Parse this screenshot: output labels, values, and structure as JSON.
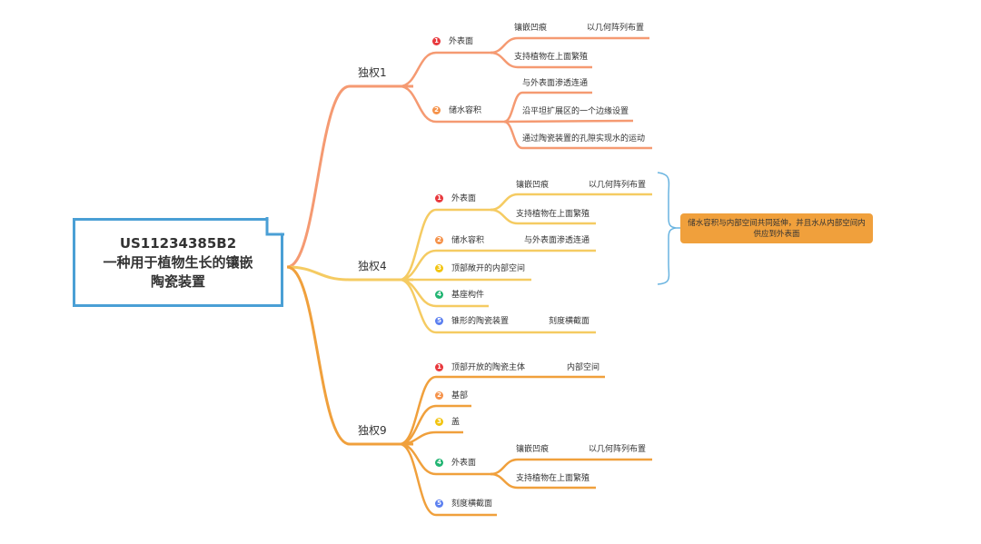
{
  "root": {
    "line1": "US11234385B2",
    "line2": "一种用于植物生长的镶嵌",
    "line3": "陶瓷装置"
  },
  "colors": {
    "root_border": "#4a9fd5",
    "branch1": "#f59a72",
    "branch4": "#f5cb62",
    "branch9": "#f0a03c",
    "note_bg": "#f0a03c",
    "bracket": "#6ab4e0",
    "badge1": "#e8383d",
    "badge2": "#f5924a",
    "badge3": "#f2c40f",
    "badge4": "#22b573",
    "badge5": "#5b7ff0"
  },
  "branches": [
    {
      "label": "独权1",
      "children": [
        {
          "badge": "1",
          "label": "外表面",
          "children": [
            {
              "label": "镶嵌凹痕",
              "sub": "以几何阵列布置"
            },
            {
              "label": "支持植物在上面繁殖"
            }
          ]
        },
        {
          "badge": "2",
          "label": "储水容积",
          "children": [
            {
              "label": "与外表面渗透连通"
            },
            {
              "label": "沿平坦扩展区的一个边缘设置"
            },
            {
              "label": "通过陶瓷装置的孔隙实现水的运动"
            }
          ]
        }
      ]
    },
    {
      "label": "独权4",
      "children": [
        {
          "badge": "1",
          "label": "外表面",
          "children": [
            {
              "label": "镶嵌凹痕",
              "sub": "以几何阵列布置"
            },
            {
              "label": "支持植物在上面繁殖"
            }
          ]
        },
        {
          "badge": "2",
          "label": "储水容积",
          "sub": "与外表面渗透连通"
        },
        {
          "badge": "3",
          "label": "顶部敞开的内部空间"
        },
        {
          "badge": "4",
          "label": "基座构件"
        },
        {
          "badge": "5",
          "label": "锥形的陶瓷装置",
          "sub": "刻度横截面"
        }
      ],
      "note": "储水容积与内部空间共同延伸，并且水从内部空间内供应到外表面"
    },
    {
      "label": "独权9",
      "children": [
        {
          "badge": "1",
          "label": "顶部开放的陶瓷主体",
          "sub": "内部空间"
        },
        {
          "badge": "2",
          "label": "基部"
        },
        {
          "badge": "3",
          "label": "盖"
        },
        {
          "badge": "4",
          "label": "外表面",
          "children": [
            {
              "label": "镶嵌凹痕",
              "sub": "以几何阵列布置"
            },
            {
              "label": "支持植物在上面繁殖"
            }
          ]
        },
        {
          "badge": "5",
          "label": "刻度横截面"
        }
      ]
    }
  ]
}
